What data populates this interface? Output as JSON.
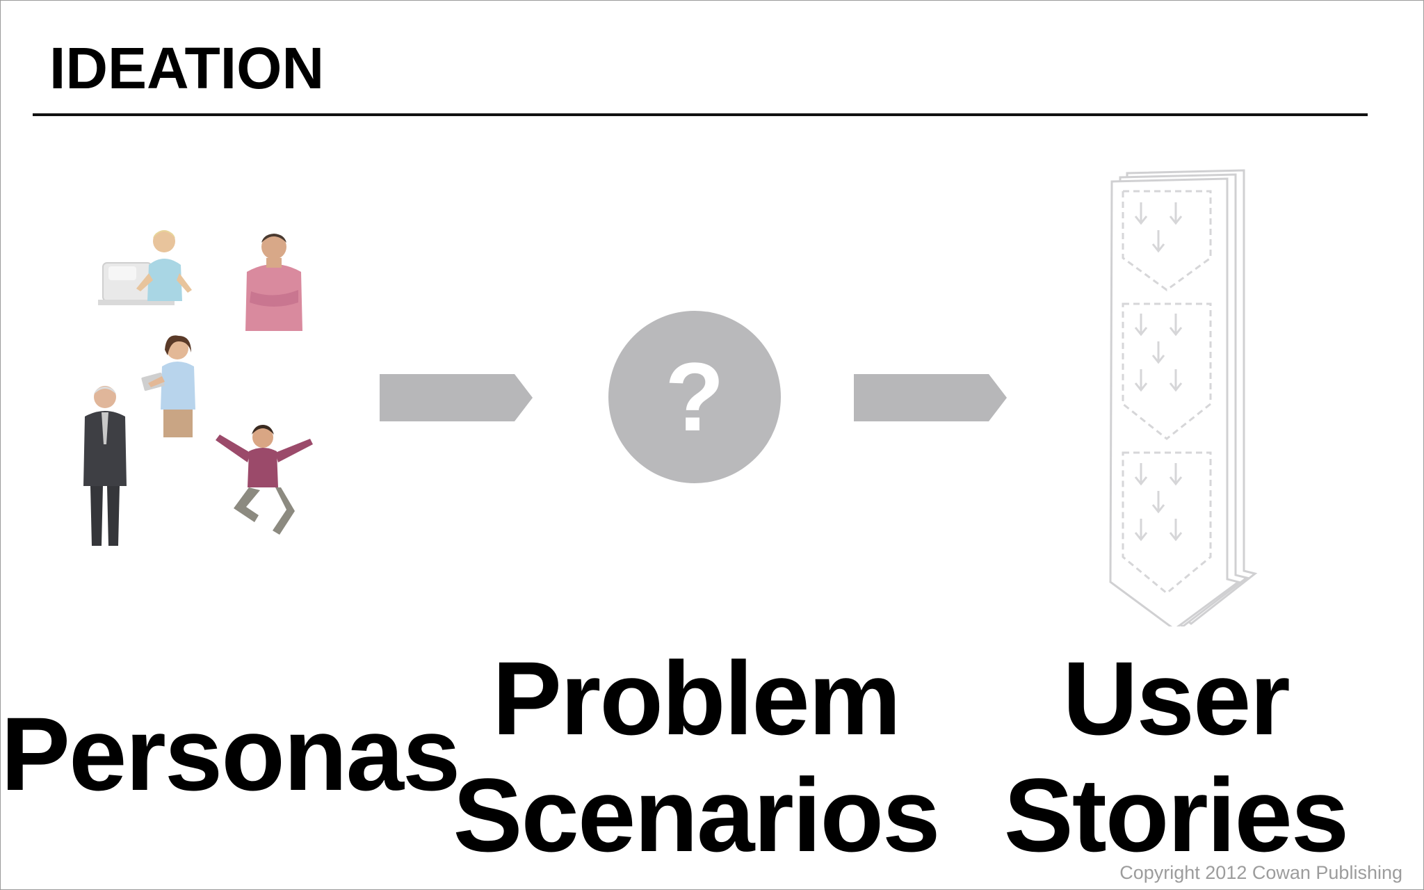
{
  "slide": {
    "title": "IDEATION",
    "copyright": "Copyright 2012 Cowan Publishing"
  },
  "flow": {
    "steps": [
      {
        "label_lines": [
          "Personas"
        ],
        "icon": "people-group-icon"
      },
      {
        "label_lines": [
          "Problem",
          "Scenarios"
        ],
        "icon": "question-mark-icon"
      },
      {
        "label_lines": [
          "User",
          "Stories"
        ],
        "icon": "document-stack-icon"
      }
    ],
    "connector_icon": "right-arrow-icon",
    "question_symbol": "?"
  },
  "colors": {
    "arrow": "#b7b7b9",
    "circle": "#b9b9bb",
    "text": "#000000",
    "copyright": "#9c9c9c",
    "stories_outline": "#d2d2d4"
  }
}
